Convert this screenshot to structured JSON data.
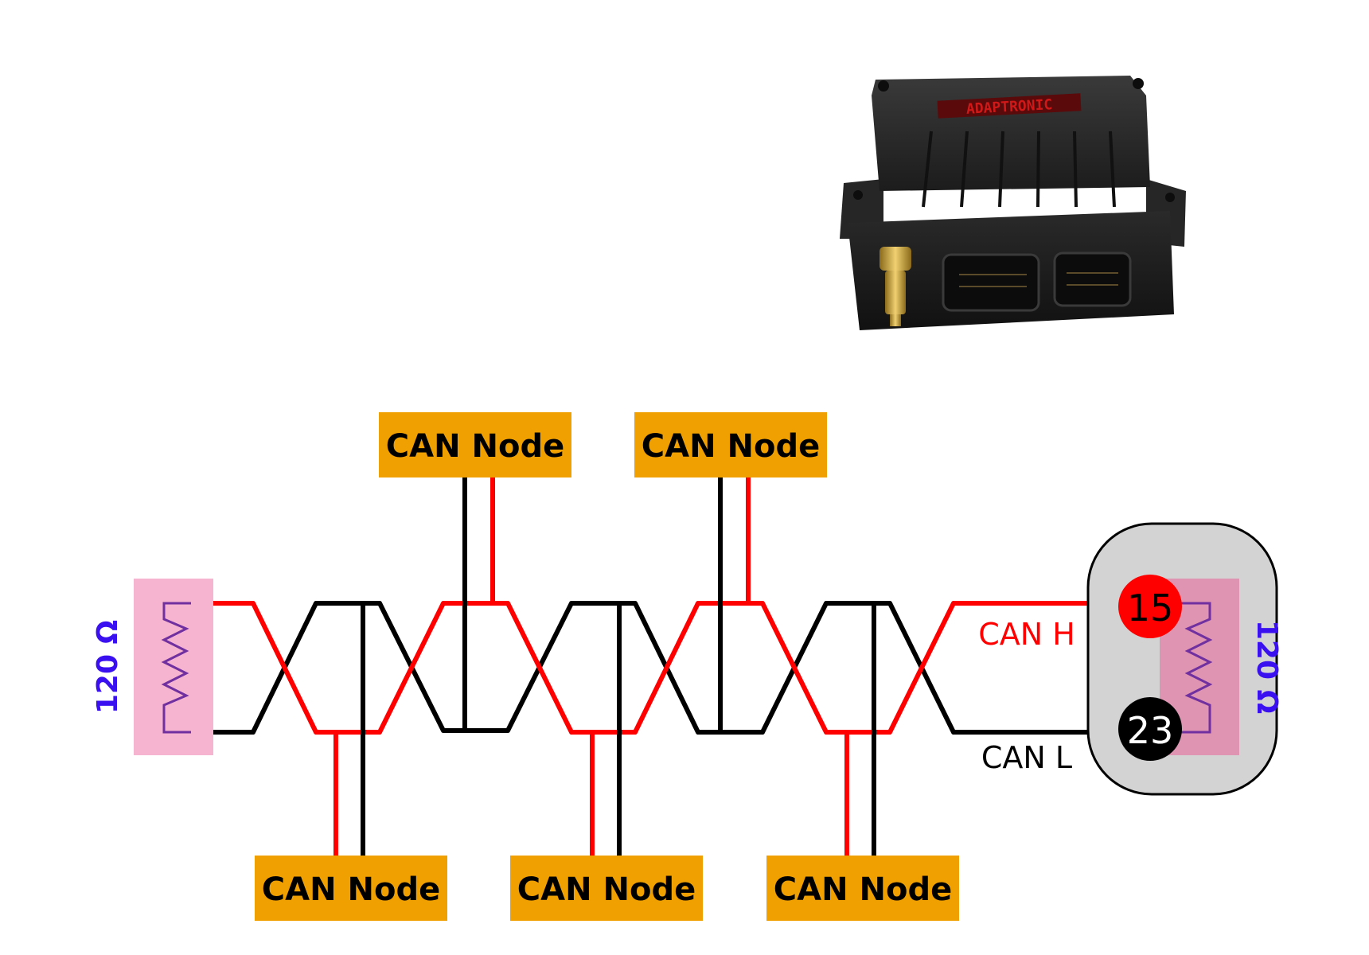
{
  "device": {
    "brand_mark": "ADAPTRONIC",
    "photo_label": "ECU with two connectors"
  },
  "nodes_top": [
    {
      "label": "CAN Node"
    },
    {
      "label": "CAN Node"
    }
  ],
  "nodes_bottom": [
    {
      "label": "CAN Node"
    },
    {
      "label": "CAN Node"
    },
    {
      "label": "CAN Node"
    }
  ],
  "bus": {
    "can_h_label": "CAN H",
    "can_l_label": "CAN L",
    "can_h_color": "#ff0000",
    "can_l_color": "#000000"
  },
  "terminator_left": {
    "resistance": "120 Ω"
  },
  "terminator_right": {
    "resistance": "120 Ω"
  },
  "pins": {
    "can_h_pin": "15",
    "can_l_pin": "23"
  },
  "colors": {
    "node_fill": "#f0a000",
    "terminator_fill": "#f7b4d0",
    "resistor_stroke": "#7030a0",
    "ohm_text": "#3a10f0",
    "connector_body": "#d3d3d3"
  }
}
